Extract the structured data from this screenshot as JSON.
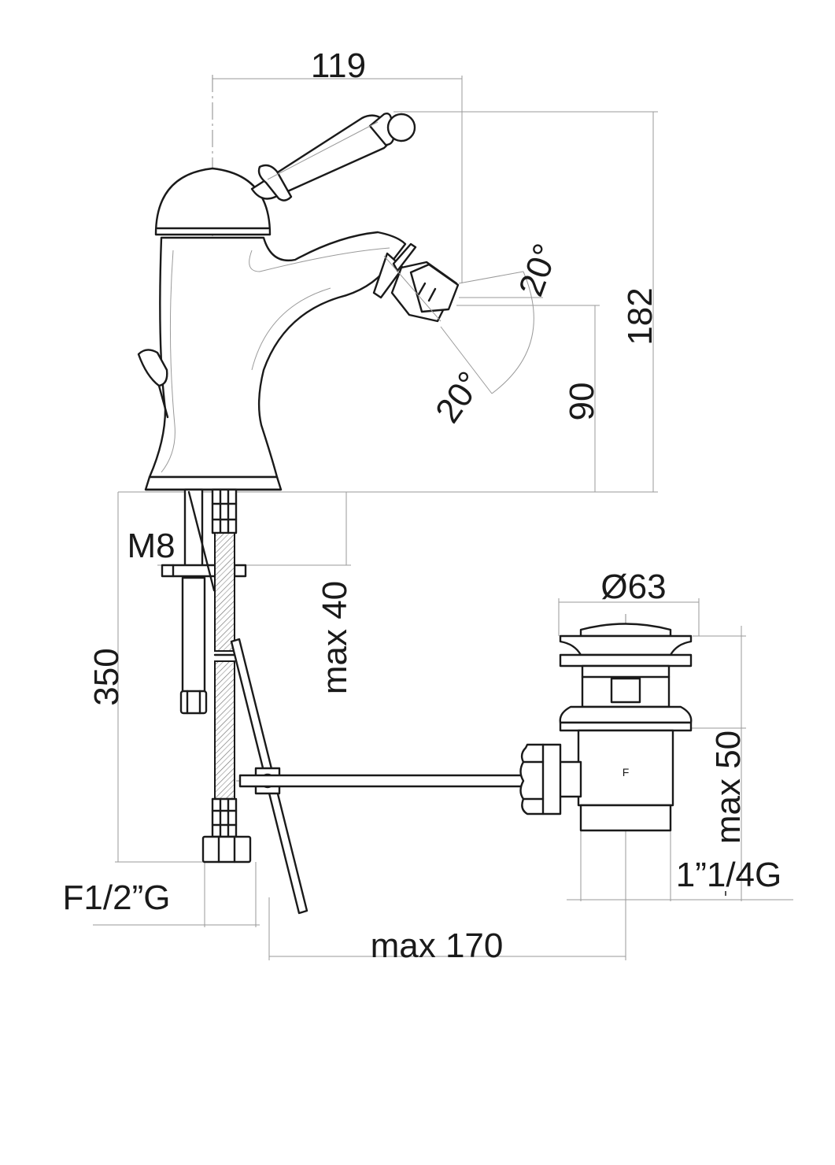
{
  "dimensions": {
    "top_width": "119",
    "total_height": "182",
    "spout_height": "90",
    "spray_angle_upper": "20°",
    "spray_angle_lower": "20°",
    "mount_thread": "M8",
    "max_deck_thickness": "max 40",
    "hose_length": "350",
    "hose_connection": "F1/2”G",
    "max_rod_distance": "max 170",
    "drain_diameter": "Ø63",
    "drain_max_depth": "max 50",
    "drain_thread": "1”1/4G"
  },
  "labels": {
    "drain_body_mark": "F"
  }
}
